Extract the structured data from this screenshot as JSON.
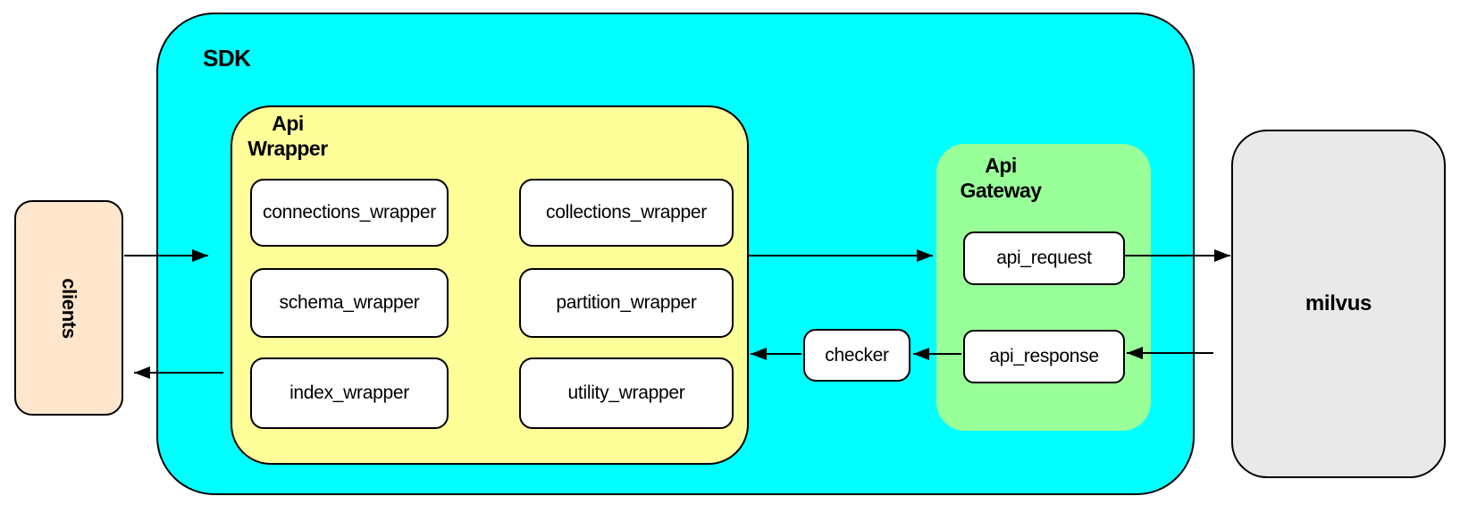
{
  "colors": {
    "sdk_fill": "#00ffff",
    "api_wrapper_fill": "#ffff99",
    "api_gateway_fill": "#99ff99",
    "clients_fill": "#ffe6cc",
    "milvus_fill": "#e9e9e9",
    "node_fill": "#ffffff",
    "border": "#000000"
  },
  "nodes": {
    "clients": {
      "label": "clients"
    },
    "sdk": {
      "label": "SDK",
      "api_wrapper": {
        "label": "Api\nWrapper",
        "boxes": [
          "connections_wrapper",
          "collections_wrapper",
          "schema_wrapper",
          "partition_wrapper",
          "index_wrapper",
          "utility_wrapper"
        ]
      },
      "checker": {
        "label": "checker"
      },
      "api_gateway": {
        "label": "Api\nGateway",
        "boxes": [
          "api_request",
          "api_response"
        ]
      }
    },
    "milvus": {
      "label": "milvus"
    }
  },
  "edges": [
    {
      "from": "clients",
      "to": "sdk"
    },
    {
      "from": "api_wrapper",
      "to": "api_gateway"
    },
    {
      "from": "api_request",
      "to": "milvus"
    },
    {
      "from": "milvus",
      "to": "api_response"
    },
    {
      "from": "api_response",
      "to": "checker"
    },
    {
      "from": "checker",
      "to": "api_wrapper"
    },
    {
      "from": "api_wrapper",
      "to": "clients"
    }
  ]
}
